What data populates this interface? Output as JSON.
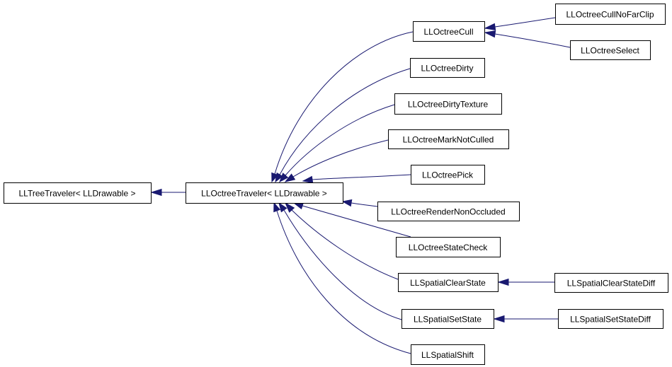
{
  "colors": {
    "edge": "#191970",
    "box_border": "#000000",
    "background": "#ffffff"
  },
  "nodes": [
    {
      "id": "LLTreeTraveler",
      "label": "LLTreeTraveler< LLDrawable >"
    },
    {
      "id": "LLOctreeTraveler",
      "label": "LLOctreeTraveler< LLDrawable >"
    },
    {
      "id": "LLOctreeCull",
      "label": "LLOctreeCull"
    },
    {
      "id": "LLOctreeCullNoFarClip",
      "label": "LLOctreeCullNoFarClip"
    },
    {
      "id": "LLOctreeSelect",
      "label": "LLOctreeSelect"
    },
    {
      "id": "LLOctreeDirty",
      "label": "LLOctreeDirty"
    },
    {
      "id": "LLOctreeDirtyTexture",
      "label": "LLOctreeDirtyTexture"
    },
    {
      "id": "LLOctreeMarkNotCulled",
      "label": "LLOctreeMarkNotCulled"
    },
    {
      "id": "LLOctreePick",
      "label": "LLOctreePick"
    },
    {
      "id": "LLOctreeRenderNonOccluded",
      "label": "LLOctreeRenderNonOccluded"
    },
    {
      "id": "LLOctreeStateCheck",
      "label": "LLOctreeStateCheck"
    },
    {
      "id": "LLSpatialClearState",
      "label": "LLSpatialClearState"
    },
    {
      "id": "LLSpatialClearStateDiff",
      "label": "LLSpatialClearStateDiff"
    },
    {
      "id": "LLSpatialSetState",
      "label": "LLSpatialSetState"
    },
    {
      "id": "LLSpatialSetStateDiff",
      "label": "LLSpatialSetStateDiff"
    },
    {
      "id": "LLSpatialShift",
      "label": "LLSpatialShift"
    }
  ],
  "edges": [
    {
      "from": "LLOctreeTraveler",
      "to": "LLTreeTraveler"
    },
    {
      "from": "LLOctreeCull",
      "to": "LLOctreeTraveler"
    },
    {
      "from": "LLOctreeDirty",
      "to": "LLOctreeTraveler"
    },
    {
      "from": "LLOctreeDirtyTexture",
      "to": "LLOctreeTraveler"
    },
    {
      "from": "LLOctreeMarkNotCulled",
      "to": "LLOctreeTraveler"
    },
    {
      "from": "LLOctreePick",
      "to": "LLOctreeTraveler"
    },
    {
      "from": "LLOctreeRenderNonOccluded",
      "to": "LLOctreeTraveler"
    },
    {
      "from": "LLOctreeStateCheck",
      "to": "LLOctreeTraveler"
    },
    {
      "from": "LLSpatialClearState",
      "to": "LLOctreeTraveler"
    },
    {
      "from": "LLSpatialSetState",
      "to": "LLOctreeTraveler"
    },
    {
      "from": "LLSpatialShift",
      "to": "LLOctreeTraveler"
    },
    {
      "from": "LLOctreeCullNoFarClip",
      "to": "LLOctreeCull"
    },
    {
      "from": "LLOctreeSelect",
      "to": "LLOctreeCull"
    },
    {
      "from": "LLSpatialClearStateDiff",
      "to": "LLSpatialClearState"
    },
    {
      "from": "LLSpatialSetStateDiff",
      "to": "LLSpatialSetState"
    }
  ]
}
